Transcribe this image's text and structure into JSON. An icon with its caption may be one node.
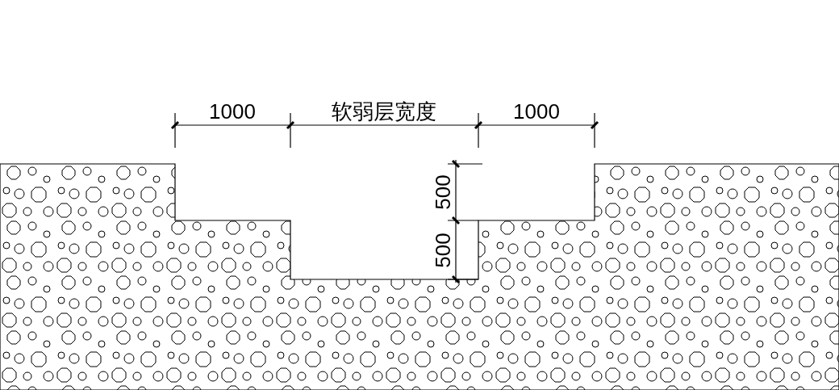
{
  "diagram": {
    "labels": [
      "1000",
      "软弱层宽度",
      "1000",
      "500",
      "500"
    ]
  }
}
